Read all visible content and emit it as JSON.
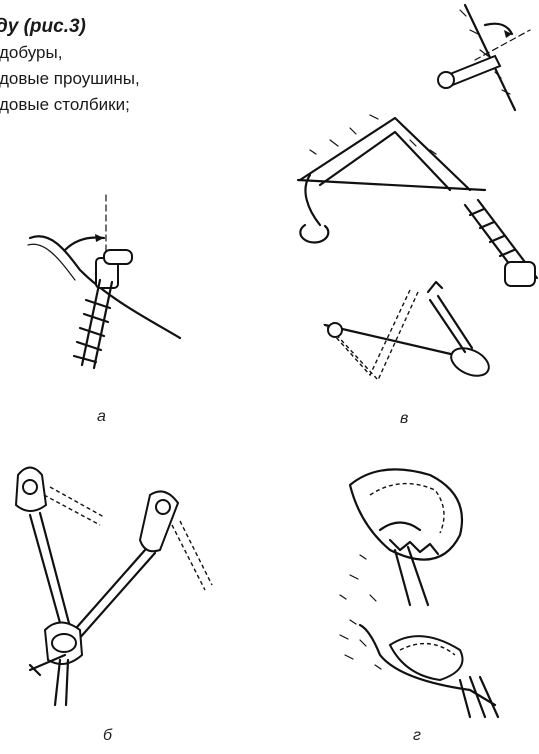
{
  "text": {
    "heading": "ду (рис.3)",
    "items": [
      "добуры,",
      "довые проушины,",
      "довые столбики;"
    ]
  },
  "captions": {
    "a": "а",
    "v": "в",
    "b": "б",
    "g": "г"
  }
}
